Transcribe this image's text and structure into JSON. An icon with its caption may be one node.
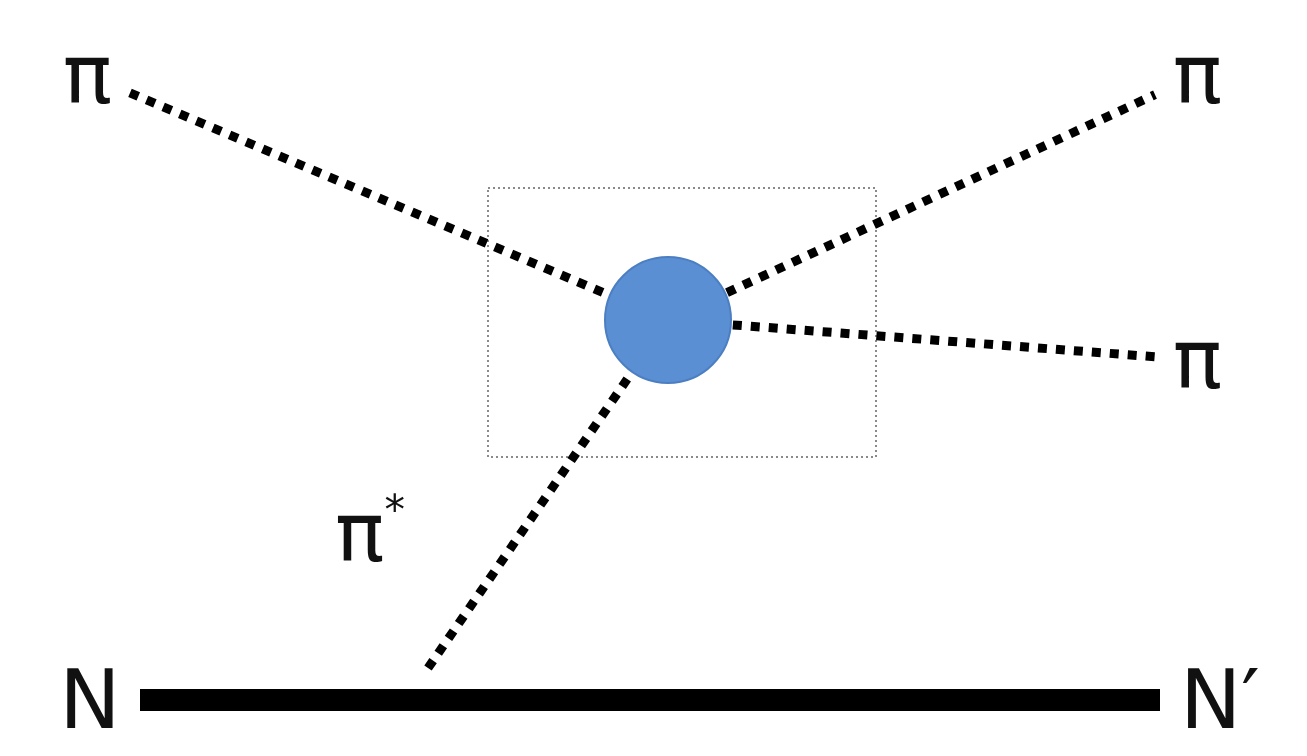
{
  "diagram": {
    "nodes": [
      {
        "text": [
          "π"
        ]
      },
      {
        "text": [
          "π"
        ]
      },
      {
        "text": [
          "π"
        ]
      },
      {
        "text": [],
        "shape": "circle"
      },
      {
        "text": [
          "N"
        ]
      },
      {
        "text": [
          "N′"
        ]
      }
    ],
    "edges": [
      {
        "from": 0,
        "to": 3,
        "arrow": "none",
        "style": "dashed"
      },
      {
        "from": 3,
        "to": 1,
        "arrow": "none",
        "style": "dashed"
      },
      {
        "from": 3,
        "to": 2,
        "arrow": "none",
        "style": "dashed"
      },
      {
        "from": null,
        "to": 3,
        "arrow": "none",
        "style": "dashed",
        "label": "π$^{*}$"
      },
      {
        "from": 4,
        "to": 5,
        "arrow": "none",
        "style": "thick"
      }
    ]
  }
}
